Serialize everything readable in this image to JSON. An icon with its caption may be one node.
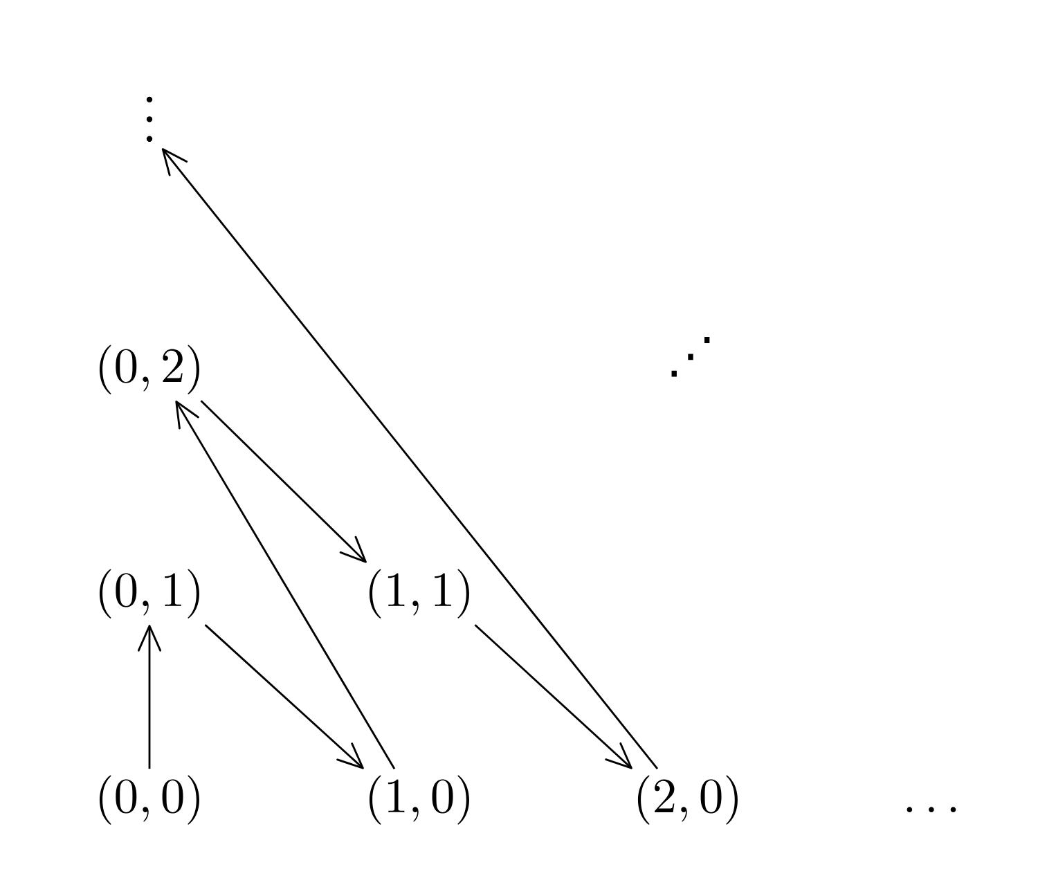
{
  "diagram": {
    "nodes": [
      {
        "text": [
          "\\vdots"
        ]
      },
      {
        "text": [
          "(0,2)"
        ]
      },
      {
        "text": [
          "(0,1)"
        ]
      },
      {
        "text": [
          "(1,1)"
        ]
      },
      {
        "text": [
          "(0,0)"
        ]
      },
      {
        "text": [
          "(1,0)"
        ]
      },
      {
        "text": [
          "(2,0)"
        ]
      }
    ],
    "edges": [
      {
        "from": 4,
        "to": 2,
        "arrow": "to"
      },
      {
        "from": 2,
        "to": 5,
        "arrow": "to"
      },
      {
        "from": 5,
        "to": 1,
        "arrow": "to"
      },
      {
        "from": 1,
        "to": 3,
        "arrow": "to"
      },
      {
        "from": 3,
        "to": 6,
        "arrow": "to"
      },
      {
        "from": 6,
        "to": 0,
        "arrow": "to"
      }
    ],
    "labels": [
      "⋰",
      "\\ldots"
    ]
  }
}
